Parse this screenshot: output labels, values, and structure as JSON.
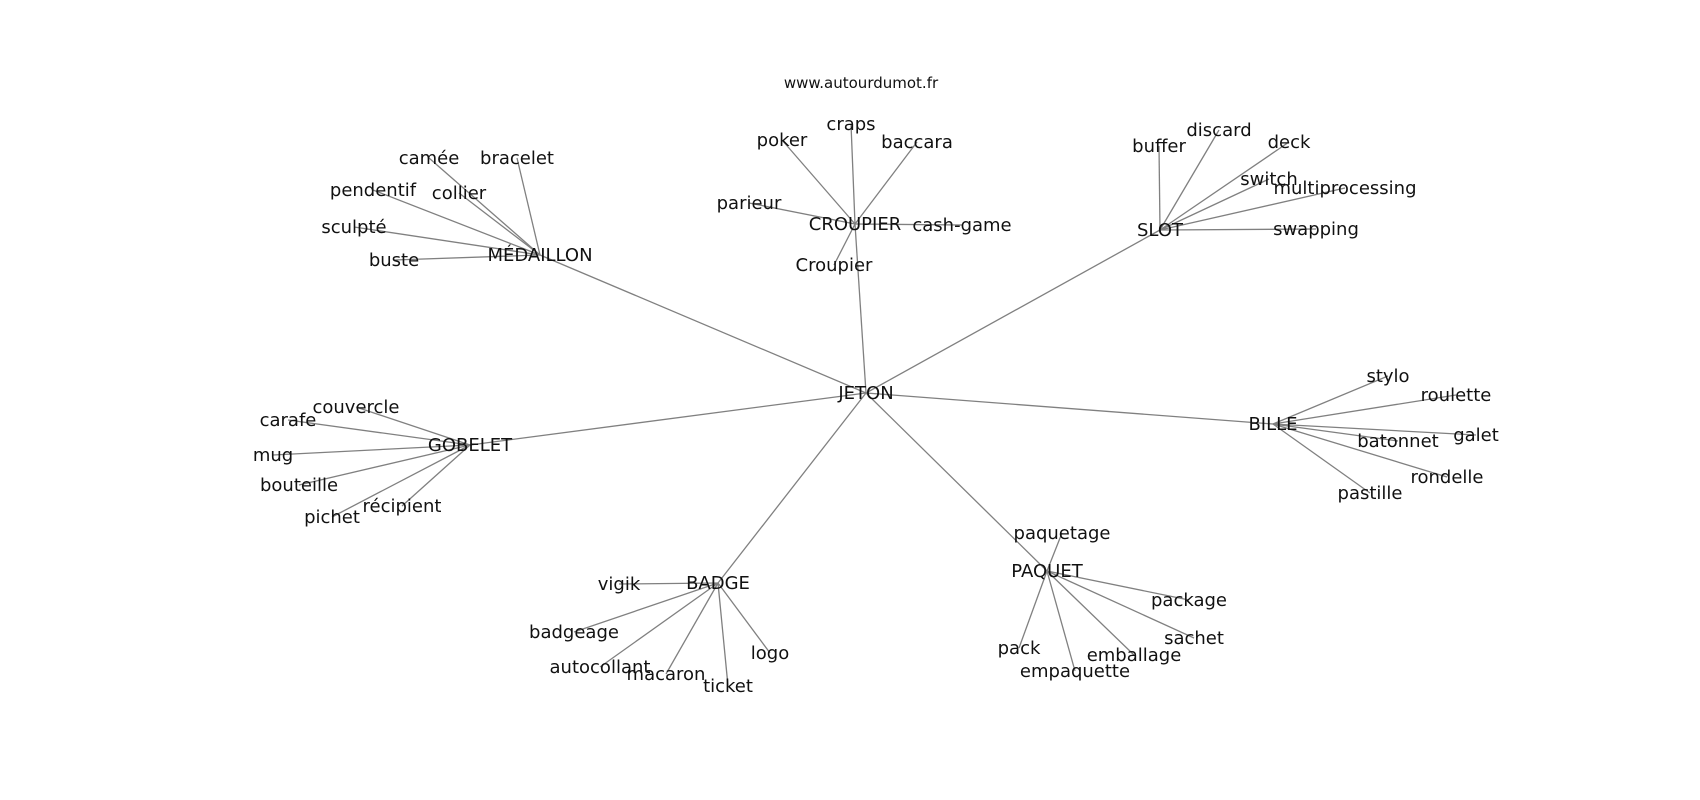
{
  "source": "www.autourdumot.fr",
  "center": "JETON",
  "clusters": [
    {
      "label": "MÉDAILLON",
      "words": [
        "camée",
        "bracelet",
        "collier",
        "pendentif",
        "sculpté",
        "buste"
      ]
    },
    {
      "label": "CROUPIER",
      "words": [
        "craps",
        "poker",
        "baccara",
        "parieur",
        "cash-game",
        "Croupier"
      ]
    },
    {
      "label": "SLOT",
      "words": [
        "buffer",
        "discard",
        "deck",
        "switch",
        "multiprocessing",
        "swapping"
      ]
    },
    {
      "label": "GOBELET",
      "words": [
        "couvercle",
        "carafe",
        "mug",
        "bouteille",
        "récipient",
        "pichet"
      ]
    },
    {
      "label": "BILLE",
      "words": [
        "stylo",
        "roulette",
        "galet",
        "batonnet",
        "rondelle",
        "pastille"
      ]
    },
    {
      "label": "BADGE",
      "words": [
        "vigik",
        "badgeage",
        "autocollant",
        "macaron",
        "ticket",
        "logo"
      ]
    },
    {
      "label": "PAQUET",
      "words": [
        "paquetage",
        "package",
        "sachet",
        "emballage",
        "empaquette",
        "pack"
      ]
    }
  ]
}
